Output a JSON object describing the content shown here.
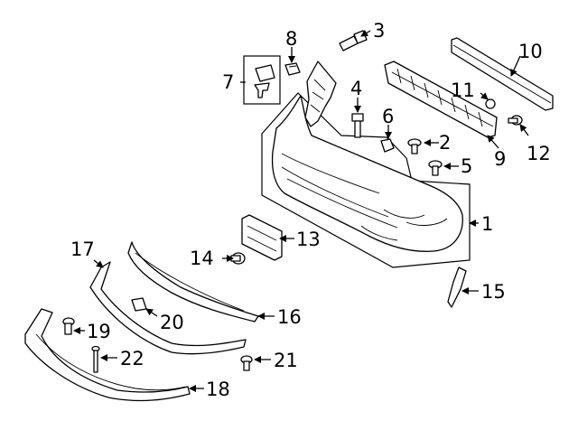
{
  "callouts": [
    {
      "id": "1",
      "label": "1"
    },
    {
      "id": "2",
      "label": "2"
    },
    {
      "id": "3",
      "label": "3"
    },
    {
      "id": "4",
      "label": "4"
    },
    {
      "id": "5",
      "label": "5"
    },
    {
      "id": "6",
      "label": "6"
    },
    {
      "id": "7",
      "label": "7"
    },
    {
      "id": "8",
      "label": "8"
    },
    {
      "id": "9",
      "label": "9"
    },
    {
      "id": "10",
      "label": "10"
    },
    {
      "id": "11",
      "label": "11"
    },
    {
      "id": "12",
      "label": "12"
    },
    {
      "id": "13",
      "label": "13"
    },
    {
      "id": "14",
      "label": "14"
    },
    {
      "id": "15",
      "label": "15"
    },
    {
      "id": "16",
      "label": "16"
    },
    {
      "id": "17",
      "label": "17"
    },
    {
      "id": "18",
      "label": "18"
    },
    {
      "id": "19",
      "label": "19"
    },
    {
      "id": "20",
      "label": "20"
    },
    {
      "id": "21",
      "label": "21"
    },
    {
      "id": "22",
      "label": "22"
    }
  ],
  "colors": {
    "line": "#000000",
    "background": "#ffffff",
    "part_shade": "#f2f2f2"
  }
}
